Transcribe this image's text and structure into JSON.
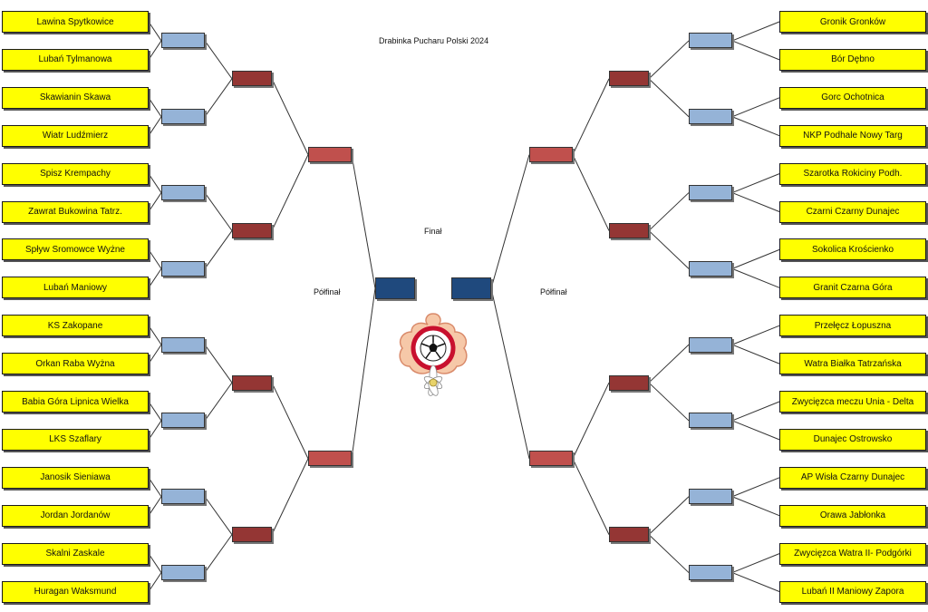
{
  "title": "Drabinka Pucharu Polski 2024",
  "labels": {
    "final": "Finał",
    "semifinal_left": "Półfinał",
    "semifinal_right": "Półfinał"
  },
  "left_teams": [
    "Lawina Spytkowice",
    "Lubań Tylmanowa",
    "Skawianin Skawa",
    "Wiatr Ludźmierz",
    "Spisz Krempachy",
    "Zawrat Bukowina Tatrz.",
    "Spływ Sromowce Wyżne",
    "Lubań Maniowy",
    "KS Zakopane",
    "Orkan Raba Wyżna",
    "Babia Góra Lipnica Wielka",
    "LKS Szaflary",
    "Janosik Sieniawa",
    "Jordan Jordanów",
    "Skalni Zaskale",
    "Huragan Waksmund"
  ],
  "right_teams": [
    "Gronik Gronków",
    "Bór Dębno",
    "Gorc Ochotnica",
    "NKP Podhale Nowy Targ",
    "Szarotka Rokiciny Podh.",
    "Czarni Czarny Dunajec",
    "Sokolica Krościenko",
    "Granit Czarna Góra",
    "Przełęcz Łopuszna",
    "Watra Białka Tatrzańska",
    "Zwycięzca meczu Unia - Delta",
    "Dunajec Ostrowsko",
    "AP Wisła Czarny Dunajec",
    "Orawa Jabłonka",
    "Zwycięzca  Watra II- Podgórki",
    "Lubań II Maniowy Zapora"
  ],
  "colors": {
    "team": "#ffff00",
    "round1": "#95b3d7",
    "round2": "#943634",
    "round3": "#c0504d",
    "final": "#1f497d",
    "line": "#333333"
  },
  "logo": {
    "icon": "football-edelweiss-crest-icon"
  }
}
